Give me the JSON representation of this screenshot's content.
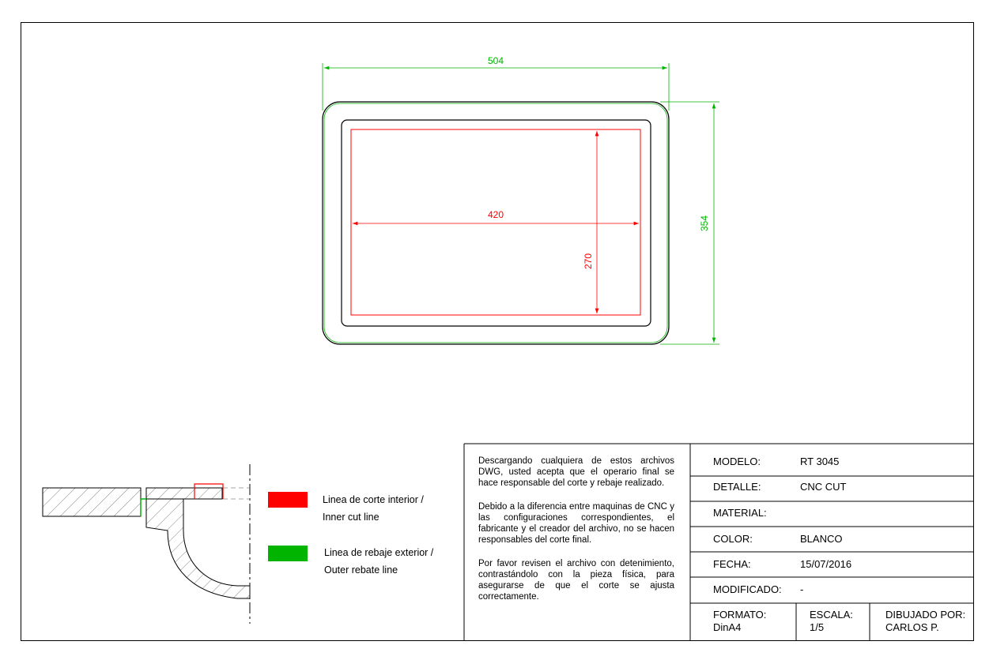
{
  "colors": {
    "inner_cut": "#ff0000",
    "outer_rebate": "#00b400",
    "line": "#000000"
  },
  "dimensions": {
    "outer_width": "504",
    "outer_height": "354",
    "inner_width": "420",
    "inner_height": "270"
  },
  "legend": {
    "inner_cut_es": "Linea de corte interior /",
    "inner_cut_en": "Inner cut line",
    "outer_rebate_es": "Linea de rebaje exterior /",
    "outer_rebate_en": "Outer rebate line"
  },
  "notes": {
    "p1": "Descargando cualquiera de estos archivos DWG, usted acepta que el operario final se hace responsable del corte y rebaje realizado.",
    "p2": "Debido a la diferencia entre maquinas de CNC y las configuraciones correspondientes, el fabricante y el creador del archivo, no se hacen responsables del corte final.",
    "p3": "Por favor revisen el archivo con detenimiento, contrastándolo con la pieza física, para asegurarse de que el corte se ajusta correctamente."
  },
  "title_block": {
    "modelo_label": "MODELO:",
    "modelo_value": "RT 3045",
    "detalle_label": "DETALLE:",
    "detalle_value": "CNC CUT",
    "material_label": "MATERIAL:",
    "material_value": "",
    "color_label": "COLOR:",
    "color_value": "BLANCO",
    "fecha_label": "FECHA:",
    "fecha_value": "15/07/2016",
    "modificado_label": "MODIFICADO:",
    "modificado_value": "-",
    "formato_label": "FORMATO:",
    "formato_value": "DinA4",
    "escala_label": "ESCALA:",
    "escala_value": "1/5",
    "dibujado_label": "DIBUJADO POR:",
    "dibujado_value": "CARLOS P."
  }
}
